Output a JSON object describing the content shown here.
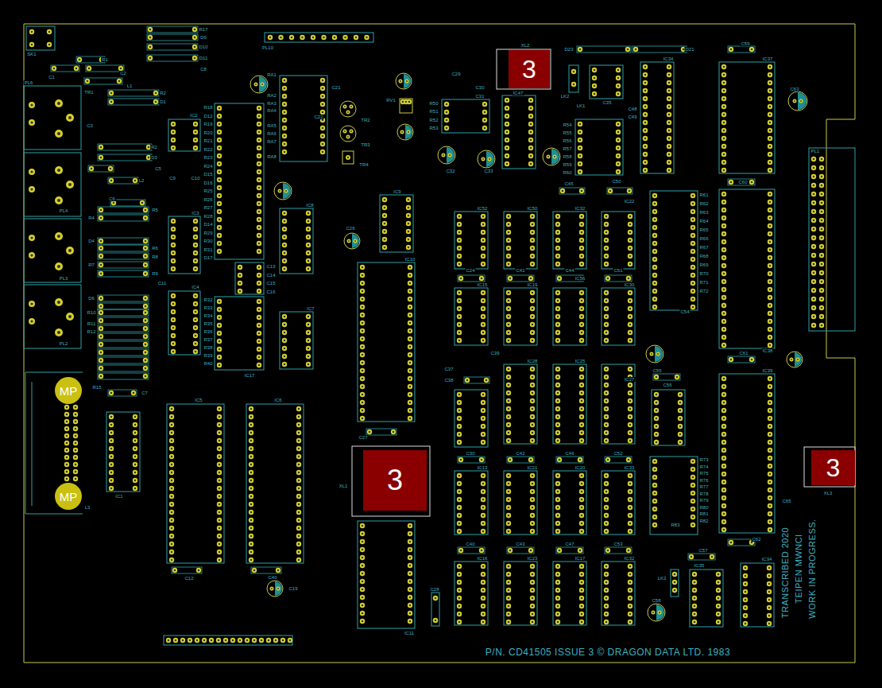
{
  "diagram": {
    "nodes": [
      {
        "text": [
          "3"
        ]
      },
      {
        "text": [
          "MP"
        ]
      },
      {
        "text": [
          "3"
        ]
      },
      {
        "text": [
          "3"
        ]
      },
      {
        "text": [
          "MP"
        ]
      }
    ],
    "labels": [
      "SK1",
      "R1",
      "C1",
      "C2",
      "L1",
      "PL6",
      "TR1",
      "R2",
      "D1",
      "R17",
      "D9",
      "D10",
      "D11",
      "C8",
      "PL10",
      "C3",
      "R2",
      "D3",
      "C5",
      "L2",
      "C6",
      "R4",
      "R5",
      "D4",
      "R6",
      "R7",
      "R8",
      "R9",
      "PL4",
      "PL3",
      "PL2",
      "D6",
      "R10",
      "R11",
      "R12",
      "R15",
      "C7",
      "IC2",
      "C9",
      "C10",
      "IC3",
      "C11",
      "IC4",
      "R18",
      "D12",
      "R19",
      "R20",
      "R21",
      "R22",
      "R23",
      "R24",
      "D15",
      "D16",
      "R25",
      "R26",
      "R27",
      "R28",
      "D14",
      "R29",
      "R30",
      "R31",
      "D17",
      "R32",
      "R33",
      "R34",
      "R35",
      "R36",
      "R37",
      "R38",
      "R39",
      "R40",
      "IC17",
      "RA1",
      "RA2",
      "RA3",
      "RA4",
      "RA5",
      "RA6",
      "RA7",
      "RA8",
      "C21",
      "C22",
      "TR2",
      "TR3",
      "TR4",
      "RV1",
      "C13",
      "C14",
      "C15",
      "C16",
      "IC8",
      "IC7",
      "C26",
      "IC9",
      "IC10",
      "C27",
      "XL1",
      "IC11",
      "C28",
      "IC5",
      "IC6",
      "C12",
      "C40",
      "C19",
      "IC1",
      "L3",
      "C29",
      "C30",
      "C31",
      "R50",
      "R51",
      "R52",
      "R53",
      "C32",
      "C33",
      "XL2",
      "IC47",
      "D23",
      "D21",
      "LK2",
      "LK1",
      "C35",
      "C48",
      "C49",
      "R54",
      "R55",
      "R56",
      "R57",
      "R58",
      "R59",
      "R60",
      "IC34",
      "C59",
      "IC37",
      "C63",
      "C45",
      "C50",
      "IC52",
      "IC50",
      "IC32",
      "IC22",
      "C24",
      "C41",
      "C44",
      "C51",
      "IC15",
      "IC19",
      "IC56",
      "IC30",
      "C39",
      "C37",
      "C38",
      "IC28",
      "IC25",
      "IC27",
      "C30",
      "C42",
      "C46",
      "C52",
      "IC13",
      "IC21",
      "IC20",
      "IC33",
      "C40",
      "C43",
      "C47",
      "C53",
      "IC16",
      "IC23",
      "IC17",
      "IC32",
      "LK3",
      "C58",
      "R61",
      "R62",
      "R63",
      "R64",
      "R65",
      "R66",
      "R67",
      "R68",
      "R69",
      "R70",
      "R71",
      "R72",
      "C54",
      "C55",
      "C56",
      "R73",
      "R74",
      "R75",
      "R76",
      "R77",
      "R78",
      "R79",
      "R80",
      "R81",
      "R82",
      "R83",
      "C60",
      "IC38",
      "C61",
      "IC39",
      "C62",
      "C65",
      "XL3",
      "PL1",
      "C57",
      "IC35",
      "IC34",
      "TRANSCRIBED 2020",
      "TEIPEN MWNCI",
      "WORK IN PROGRESS.",
      "P/N. CD41505 ISSUE 3 © DRAGON DATA LTD. 1983"
    ]
  }
}
